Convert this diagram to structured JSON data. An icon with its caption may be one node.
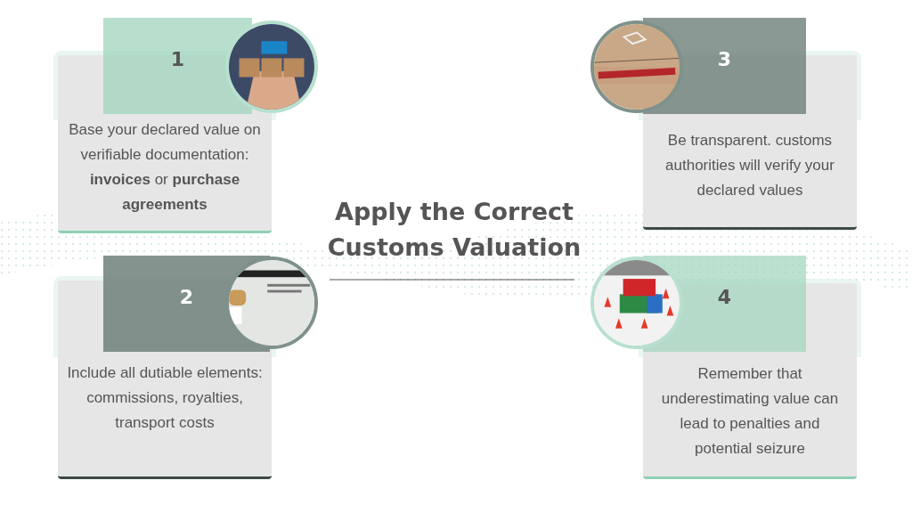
{
  "diagram": {
    "title": "Apply the Correct Customs Valuation",
    "nodes": [
      {
        "text": [
          "1"
        ]
      },
      {
        "text": [],
        "shape": "picture"
      },
      {
        "text": [
          "Base your declared value on verifiable documentation: **invoices** or **purchase agreements**"
        ]
      },
      {
        "text": [
          "3"
        ]
      },
      {
        "text": [],
        "shape": "picture"
      },
      {
        "text": [
          "Be transparent. customs authorities will verify your declared values"
        ]
      },
      {
        "text": [
          "2"
        ]
      },
      {
        "text": [],
        "shape": "picture"
      },
      {
        "text": [
          "Include all dutiable elements: commissions, royalties, transport costs"
        ]
      },
      {
        "text": [
          "4"
        ]
      },
      {
        "text": [],
        "shape": "picture"
      },
      {
        "text": [
          "Remember that underestimating value can lead to penalties and potential seizure"
        ]
      }
    ],
    "edges": []
  }
}
